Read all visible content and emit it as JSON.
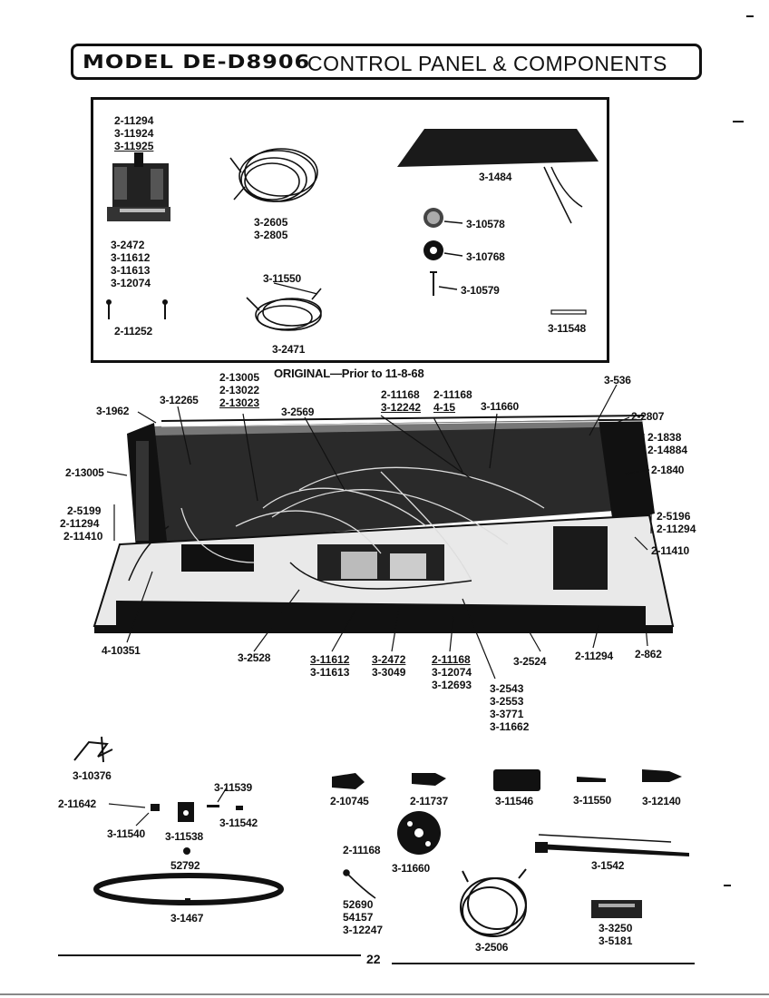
{
  "header": {
    "model": "MODEL DE-D8906",
    "section": "CONTROL PANEL & COMPONENTS"
  },
  "inset": {
    "timer_top_parts": [
      "2-11294",
      "3-11924",
      "3-11925"
    ],
    "timer_bottom_parts": [
      "3-2472",
      "3-11612",
      "3-11613",
      "3-12074"
    ],
    "screw_part": "2-11252",
    "harness_parts": [
      "3-2605",
      "3-2805"
    ],
    "cord_part_top": "3-11550",
    "cord_part_bottom": "3-2471",
    "panel_part": "3-1484",
    "knob_part": "3-10578",
    "washer_part": "3-10768",
    "pin_part": "3-10579",
    "strip_part": "3-11548"
  },
  "original_note": "ORIGINAL—Prior to 11-8-68",
  "main": {
    "left_top_1": "3-1962",
    "left_top_2": "3-12265",
    "center_top_stack": [
      "2-13005",
      "2-13022",
      "2-13023"
    ],
    "center_top_single": "3-2569",
    "center_right_stack_a": [
      "2-11168",
      "3-12242"
    ],
    "center_right_stack_b": [
      "2-11168",
      "4-15"
    ],
    "center_right_single": "3-11660",
    "right_top": "3-536",
    "right_top_2": "2-2807",
    "right_stack_1": [
      "2-1838",
      "2-14884"
    ],
    "right_mid": "2-1840",
    "right_stack_2": [
      "2-5196",
      "2-11294"
    ],
    "right_low": "2-11410",
    "left_mid": "2-13005",
    "left_stack": [
      "2-5199",
      "2-11294",
      "2-11410"
    ],
    "bottom_left": "4-10351",
    "bottom_1": "3-2528",
    "bottom_2_stack": [
      "3-11612",
      "3-11613"
    ],
    "bottom_3_stack": [
      "3-2472",
      "3-3049"
    ],
    "bottom_4_stack": [
      "2-11168",
      "3-12074",
      "3-12693"
    ],
    "bottom_5_stack": [
      "3-2543",
      "3-2553",
      "3-3771",
      "3-11662"
    ],
    "bottom_6": "3-2524",
    "bottom_7": "2-11294",
    "bottom_8": "2-862"
  },
  "parts": {
    "clip_part": "3-10376",
    "p_11642": "2-11642",
    "p_11540": "3-11540",
    "p_11538": "3-11538",
    "p_11539": "3-11539",
    "p_11542": "3-11542",
    "p_52792": "52792",
    "belt": "3-1467",
    "conn_1": "2-10745",
    "conn_2": "2-11737",
    "conn_3": "3-11546",
    "conn_4": "3-11550",
    "conn_5": "3-12140",
    "p_2_11168": "2-11168",
    "p_3_11660": "3-11660",
    "tie": "3-1542",
    "lead_stack": [
      "52690",
      "54157",
      "3-12247"
    ],
    "coil": "3-2506",
    "block_stack": [
      "3-3250",
      "3-5181"
    ]
  },
  "footer": {
    "page": "22"
  }
}
